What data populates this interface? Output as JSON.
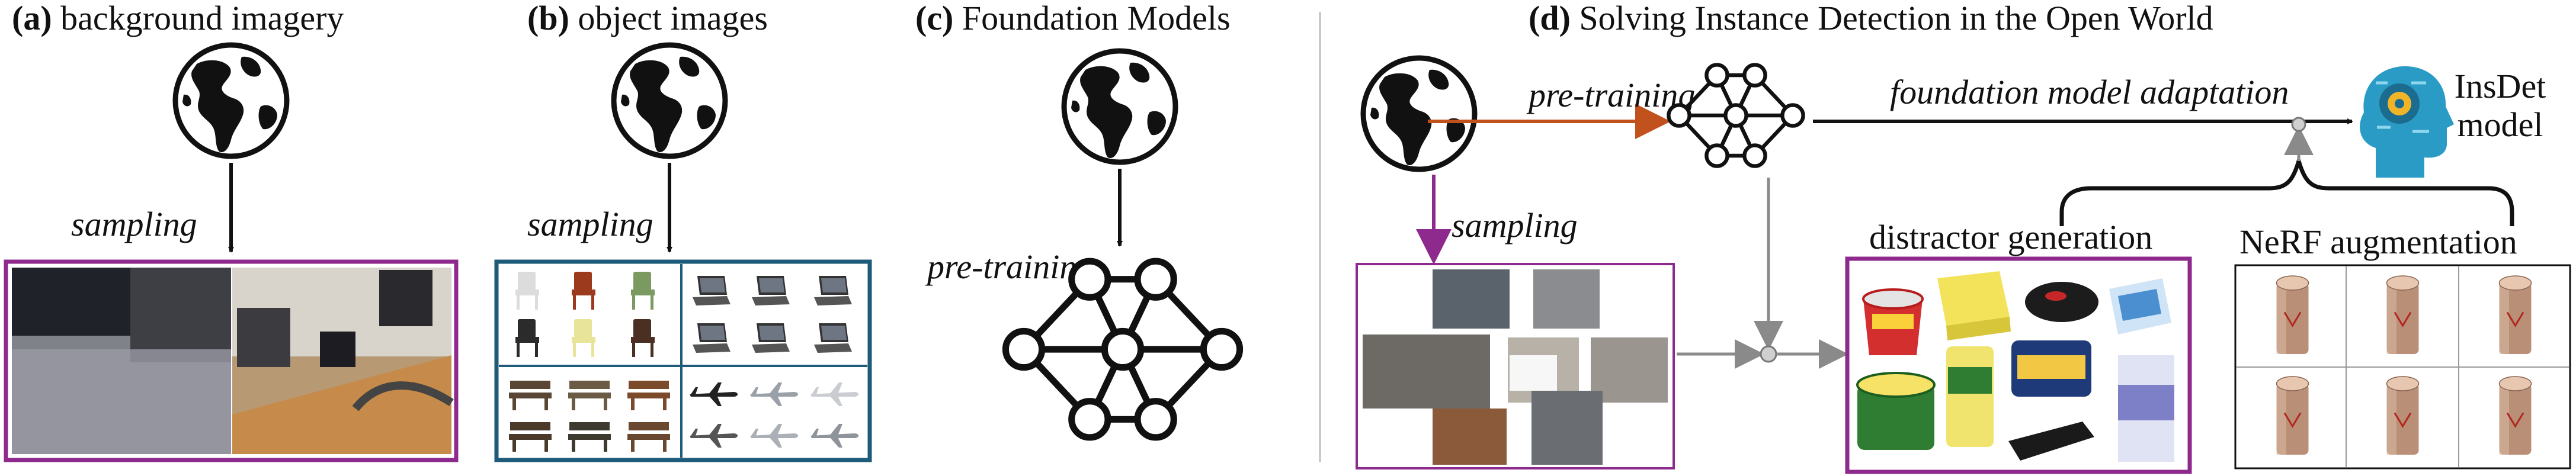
{
  "panels": {
    "a": {
      "tag": "(a)",
      "title": "background imagery",
      "arrow_label": "sampling"
    },
    "b": {
      "tag": "(b)",
      "title": "object images",
      "arrow_label": "sampling"
    },
    "c": {
      "tag": "(c)",
      "title": "Foundation Models",
      "arrow_label": "pre-training"
    },
    "d": {
      "tag": "(d)",
      "title": "Solving Instance Detection in the Open World",
      "pretraining_label": "pre-training",
      "sampling_label": "sampling",
      "adaptation_label": "foundation model adaptation",
      "model_label_line1": "InsDet",
      "model_label_line2": "model",
      "distractor_label": "distractor generation",
      "nerf_label": "NeRF augmentation"
    }
  },
  "colors": {
    "purple": "#8e2a8e",
    "teal": "#1e5b7a",
    "orange": "#c2521d",
    "gray": "#8a8a8a",
    "black": "#111111"
  },
  "icons": [
    "globe-icon",
    "neural-network-icon",
    "ai-head-icon"
  ]
}
